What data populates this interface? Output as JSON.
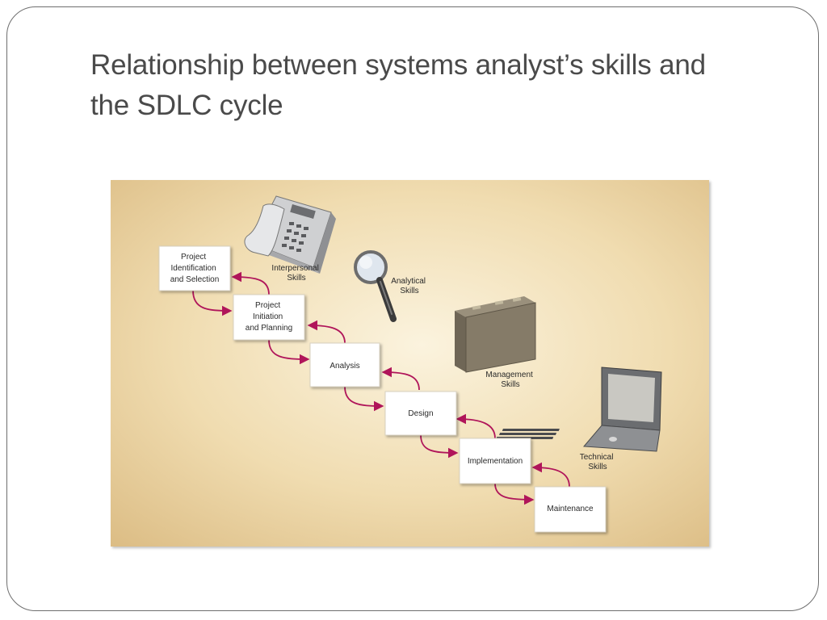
{
  "slide": {
    "title_line1": "Relationship between systems analyst’s skills and",
    "title_line2": "the SDLC cycle"
  },
  "diagram": {
    "phases": [
      {
        "lines": [
          "Project",
          "Identification",
          "and Selection"
        ]
      },
      {
        "lines": [
          "Project",
          "Initiation",
          "and Planning"
        ]
      },
      {
        "lines": [
          "Analysis"
        ]
      },
      {
        "lines": [
          "Design"
        ]
      },
      {
        "lines": [
          "Implementation"
        ]
      },
      {
        "lines": [
          "Maintenance"
        ]
      }
    ],
    "skills": [
      {
        "lines": [
          "Interpersonal",
          "Skills"
        ],
        "icon": "telephone-icon"
      },
      {
        "lines": [
          "Analytical",
          "Skills"
        ],
        "icon": "magnifying-glass-icon"
      },
      {
        "lines": [
          "Management",
          "Skills"
        ],
        "icon": "briefcase-icon"
      },
      {
        "lines": [
          "Technical",
          "Skills"
        ],
        "icon": "laptop-icon"
      }
    ],
    "colors": {
      "arrow": "#b0155a",
      "box": "#ffffff",
      "background_center": "#faf1da",
      "background_edge": "#dcbd85"
    }
  }
}
